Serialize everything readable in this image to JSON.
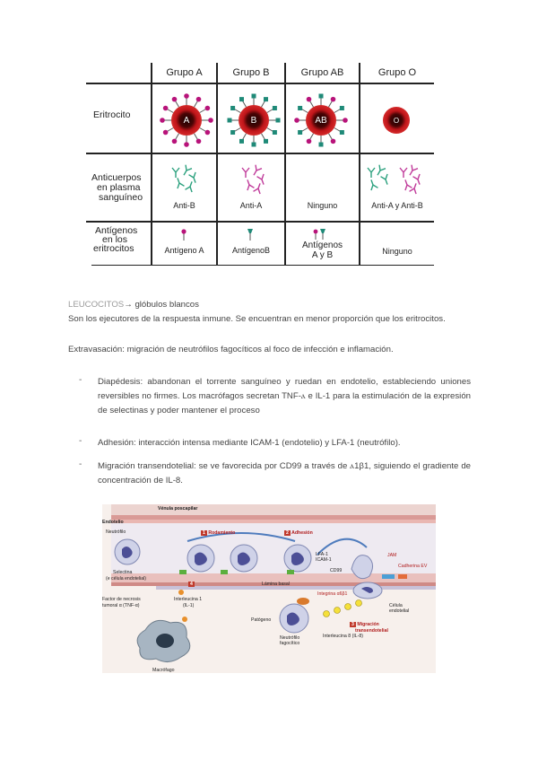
{
  "blood_table": {
    "headers": [
      "Grupo A",
      "Grupo B",
      "Grupo AB",
      "Grupo O"
    ],
    "row_labels": {
      "erythrocyte": "Eritrocito",
      "antibodies": [
        "Anticuerpos",
        "en plasma",
        "sanguíneo"
      ],
      "antigens": [
        "Antígenos",
        "en los",
        "eritrocitos"
      ]
    },
    "erythrocyte_letters": [
      "A",
      "B",
      "AB",
      "O"
    ],
    "antibodies": [
      "Anti-B",
      "Anti-A",
      "Ninguno",
      "Anti-A y Anti-B"
    ],
    "antigens": [
      "Antígeno A",
      "AntígenoB",
      "Antígenos",
      "A y B",
      "Ninguno"
    ],
    "colors": {
      "cell_red": "#c0151a",
      "antigen_a": "#b8137a",
      "antigen_b": "#1f8a78",
      "antibody_green": "#2aa07d",
      "antibody_magenta": "#c03a9a"
    }
  },
  "text": {
    "leuco_title": "LEUCOCITOS",
    "leuco_arrow": "→ glóbulos blancos",
    "intro": "Son los ejecutores de la respuesta inmune. Se encuentran en menor proporción que los eritrocitos.",
    "extravasation": "Extravasación: migración de neutrófilos fagocíticos al foco de infección e inflamación.",
    "bullets": [
      "Diapédesis: abandonan el torrente sanguíneo y ruedan en endotelio, estableciendo uniones reversibles no firmes. Los macrófagos secretan TNF-ⲁ e IL-1 para la estimulación de la expresión de selectinas y poder mantener el proceso",
      "Adhesión: interacción intensa mediante ICAM-1 (endotelio) y LFA-1 (neutrófilo).",
      "Migración transendotelial: se ve favorecida por CD99 a través de ⲁ1β1, siguiendo el gradiente de concentración de IL-8."
    ],
    "bullet_marker": "-"
  },
  "figure": {
    "labels": {
      "venula": "Vénula poscapilar",
      "endotelio": "Endotelio",
      "neutrofilo": "Neutrófilo",
      "selectina": "Selectina",
      "selectina2": "(e célula endotelial)",
      "tnf": "Factor de necrosis",
      "tnf2": "tumoral α  (TNF-α)",
      "interleucina1": "Interleucina 1",
      "interleucina1b": "(IL-1)",
      "macrofago": "Macrófago",
      "lamina": "Lámina basal",
      "patogeno": "Patógeno",
      "neutrofilo_fag": "Neutrófilo",
      "neutrofilo_fag2": "fagocítico",
      "il8": "Interleucina 8 (IL-8)",
      "lfa": "LFA-1",
      "icam": "ICAM-1",
      "cd99": "CD99",
      "integrina": "Integrina α6β1",
      "jam": "JAM",
      "cadherina": "Cadherina EV",
      "celula": "Célula",
      "celula2": "endotelial"
    },
    "steps": [
      {
        "num": "1",
        "label": "Rodamiento"
      },
      {
        "num": "2",
        "label": "Adhesión"
      },
      {
        "num": "3",
        "label": "Migración"
      },
      {
        "num": "",
        "label": "transendotelial"
      },
      {
        "num": "4",
        "label": ""
      }
    ]
  }
}
